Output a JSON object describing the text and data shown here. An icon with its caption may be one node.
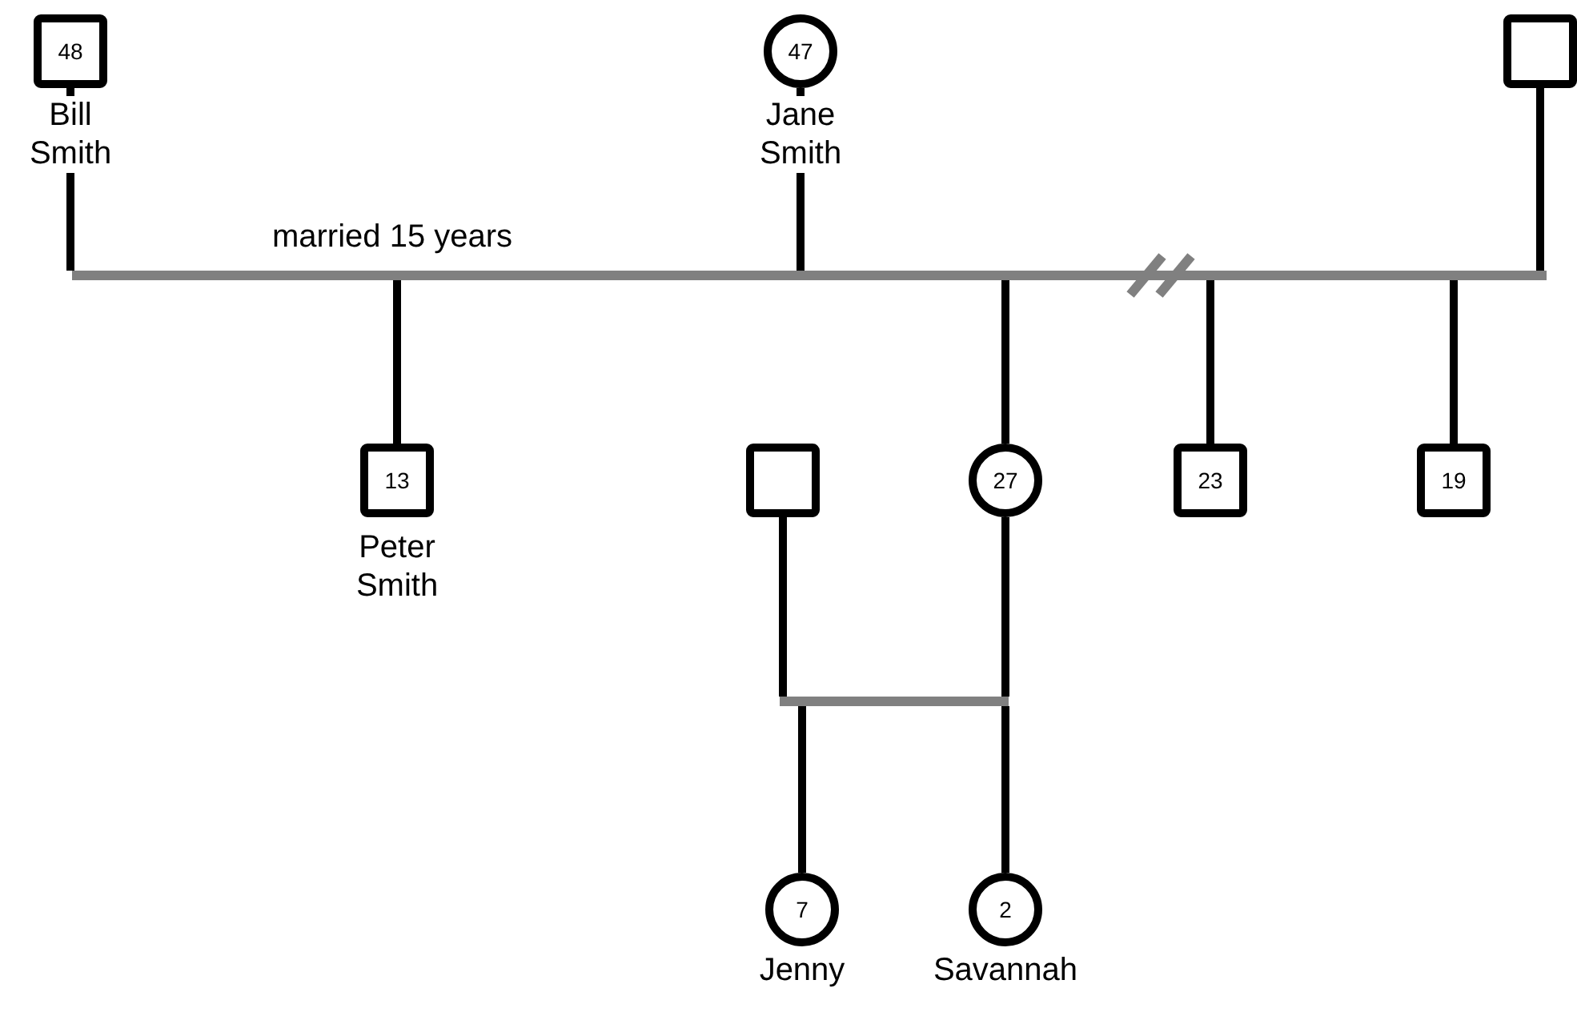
{
  "diagram": {
    "nodes": [
      {
        "text": [
          "48"
        ],
        "beside": [
          "Bill Smith"
        ]
      },
      {
        "text": [
          "47"
        ],
        "beside": [
          "Jane Smith"
        ]
      },
      {
        "text": [],
        "shape": "box"
      },
      {
        "text": [],
        "shape": "bar",
        "beside": [
          "married 15 years"
        ]
      },
      {
        "text": [],
        "shape": "bar"
      },
      {
        "text": [
          "13"
        ],
        "beside": [
          "Peter Smith"
        ]
      },
      {
        "text": [],
        "shape": "box"
      },
      {
        "text": [
          "27"
        ]
      },
      {
        "text": [
          "23"
        ]
      },
      {
        "text": [
          "19"
        ]
      },
      {
        "text": [],
        "shape": "bar"
      },
      {
        "text": [
          "7"
        ],
        "beside": [
          "Jenny"
        ]
      },
      {
        "text": [
          "2"
        ],
        "beside": [
          "Savannah"
        ]
      }
    ],
    "edges": [
      {
        "from": 0,
        "to": 3,
        "arrow": "none"
      },
      {
        "from": 1,
        "to": 3,
        "arrow": "none"
      },
      {
        "from": 3,
        "to": 5,
        "arrow": "none"
      },
      {
        "from": 1,
        "to": 4,
        "arrow": "none"
      },
      {
        "from": 2,
        "to": 4,
        "arrow": "none"
      },
      {
        "from": 4,
        "to": 7,
        "arrow": "none"
      },
      {
        "from": 4,
        "to": 8,
        "arrow": "none"
      },
      {
        "from": 4,
        "to": 9,
        "arrow": "none"
      },
      {
        "from": 6,
        "to": 10,
        "arrow": "none"
      },
      {
        "from": 7,
        "to": 10,
        "arrow": "none"
      },
      {
        "from": 10,
        "to": 11,
        "arrow": "none"
      },
      {
        "from": 10,
        "to": 12,
        "arrow": "none"
      }
    ]
  }
}
